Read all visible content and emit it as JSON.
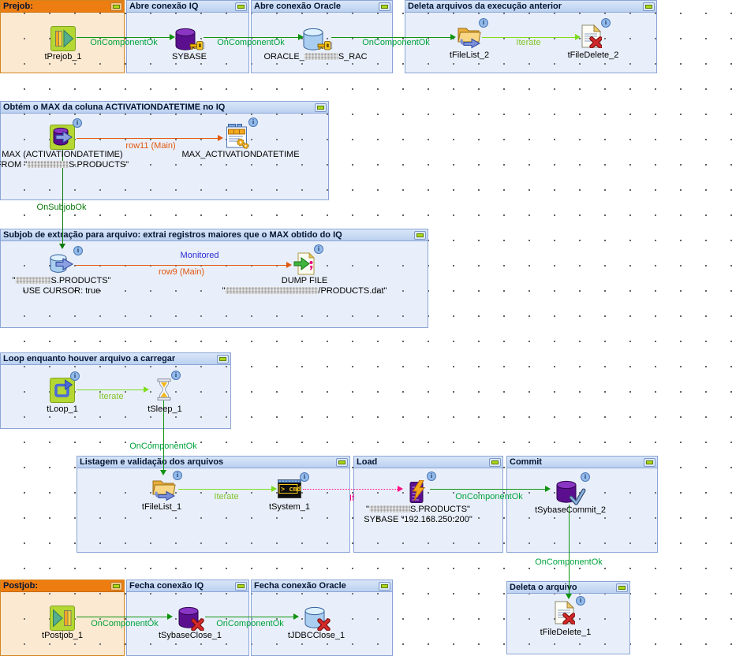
{
  "app": {
    "name": "Talend job designer canvas"
  },
  "icons": {
    "info": "i"
  },
  "labels": {
    "on_component_ok": "OnComponentOk",
    "on_subjob_ok": "OnSubjobOk",
    "iterate": "Iterate",
    "row11": "row11 (Main)",
    "row9": "row9 (Main)",
    "monitored": "Monitored",
    "if": "If"
  },
  "subjobs": {
    "prejob": "Prejob:",
    "abre_iq": "Abre conexão IQ",
    "abre_oracle": "Abre conexão Oracle",
    "deleta_arquivos": "Deleta arquivos da execução anterior",
    "obtem_max": "Obtém o MAX da coluna ACTIVATIONDATETIME no IQ",
    "extracao": "Subjob de extração para arquivo: extrai registros maiores que o MAX obtido do IQ",
    "loop": "Loop enquanto houver arquivo a carregar",
    "listagem": "Listagem e validação dos arquivos",
    "load": "Load",
    "commit": "Commit",
    "postjob": "Postjob:",
    "fecha_iq": "Fecha conexão IQ",
    "fecha_oracle": "Fecha conexão Oracle",
    "deleta_arquivo": "Deleta o arquivo"
  },
  "components": {
    "tPrejob_1": {
      "label": "tPrejob_1"
    },
    "sybase": {
      "label": "SYBASE"
    },
    "oracle": {
      "prefix": "ORACLE_",
      "suffix": "S_RAC"
    },
    "tFileList_2": {
      "label": "tFileList_2"
    },
    "tFileDelete_2": {
      "label": "tFileDelete_2"
    },
    "max_input": {
      "line1": "MAX (ACTIVATIONDATETIME)",
      "line2_prefix": "FROM \"",
      "line2_suffix": "S.PRODUCTS\""
    },
    "max_var": {
      "label": "MAX_ACTIVATIONDATETIME"
    },
    "extract_input": {
      "line1_prefix": "\"",
      "line1_suffix": "S.PRODUCTS\"",
      "line2": "USE CURSOR: true"
    },
    "dump_file": {
      "line1": "DUMP FILE",
      "line2_prefix": "\"",
      "line2_suffix": "/PRODUCTS.dat\""
    },
    "tLoop_1": {
      "label": "tLoop_1"
    },
    "tSleep_1": {
      "label": "tSleep_1"
    },
    "tFileList_1": {
      "label": "tFileList_1"
    },
    "tSystem_1": {
      "label": "tSystem_1",
      "icon_text": "> cmd"
    },
    "bulk_load": {
      "line1_prefix": "\"",
      "line1_suffix": "S.PRODUCTS\"",
      "line2": "SYBASE \"192.168.250.200\""
    },
    "tSybaseCommit_2": {
      "label": "tSybaseCommit_2"
    },
    "tPostjob_1": {
      "label": "tPostjob_1"
    },
    "tSybaseClose_1": {
      "label": "tSybaseClose_1"
    },
    "tJDBCClose_1": {
      "label": "tJDBCClose_1"
    },
    "tFileDelete_1": {
      "label": "tFileDelete_1"
    }
  },
  "colors": {
    "on_component_ok_green": "#0F930F",
    "on_subjob_ok_green": "#0A7A0A",
    "iterate_green": "#7EDC1F",
    "row_main_orange": "#E2570D",
    "monitored_blue": "#2A2AD4",
    "if_pink": "#FF0D83",
    "subjob_header_blue": "#C3D7F1",
    "subjob_body_blue": "#E9EFFA",
    "prejob_header_orange": "#EE7D11",
    "prejob_body_orange": "#FBE9D2"
  }
}
